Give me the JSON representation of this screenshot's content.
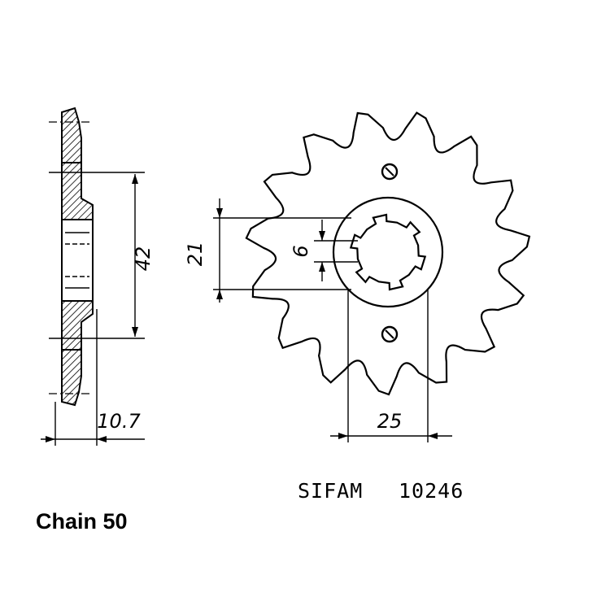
{
  "dimensions": {
    "thickness": "10.7",
    "hub_diameter": "42",
    "spline_diameter": "21",
    "spline_width": "6",
    "bolt_spacing": "25"
  },
  "brand": "SIFAM",
  "part_number": "10246",
  "chain_label": "Chain 50",
  "sprocket": {
    "teeth": 15
  },
  "colors": {
    "ink": "#000000",
    "background": "#ffffff"
  }
}
